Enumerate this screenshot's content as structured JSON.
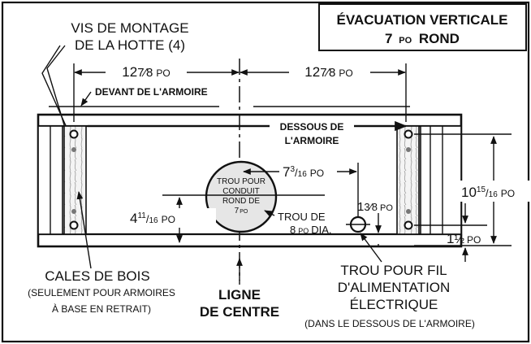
{
  "title": {
    "line1": "ÉVACUATION VERTICALE",
    "line2_num": "7",
    "line2_unit": "PO",
    "line2_rest": "ROND"
  },
  "labels": {
    "screws_l1": "VIS DE MONTAGE",
    "screws_l2": "DE LA HOTTE (4)",
    "dim_left_main": "12",
    "dim_left_frac": "7⁄8",
    "dim_left_unit": "PO",
    "dim_right_main": "12",
    "dim_right_frac": "7⁄8",
    "dim_right_unit": "PO",
    "front": "DEVANT DE L'ARMOIRE",
    "under_l1": "DESSOUS DE",
    "under_l2": "L'ARMOIRE",
    "dim_h_main": "7",
    "dim_h_sup": "3",
    "dim_h_sub": "16",
    "dim_h_unit": "PO",
    "hole_l1": "TROU POUR",
    "hole_l2": "CONDUIT",
    "hole_l3": "ROND DE",
    "hole_l4": "7",
    "hole_l4_unit": "PO",
    "hole8_l1": "TROU DE",
    "hole8_l2_num": "8",
    "hole8_l2_unit": "PO",
    "hole8_l2_rest": "DIA.",
    "dim_v_main": "4",
    "dim_v_sup": "11",
    "dim_v_sub": "16",
    "dim_v_unit": "PO",
    "dim_small_main": "1",
    "dim_small_frac": "3⁄8",
    "dim_small_unit": "PO",
    "dim_tall_main": "10",
    "dim_tall_sup": "15",
    "dim_tall_sub": "16",
    "dim_tall_unit": "PO",
    "dim_bottom_main": "1",
    "dim_bottom_frac": "½",
    "dim_bottom_unit": "PO",
    "shims": "CALES DE BOIS",
    "shims_note_l1": "(SEULEMENT POUR ARMOIRES",
    "shims_note_l2": "À BASE EN RETRAIT)",
    "center_l1": "LIGNE",
    "center_l2": "DE CENTRE",
    "wire_l1": "TROU POUR FIL",
    "wire_l2": "D'ALIMENTATION",
    "wire_l3": "ÉLECTRIQUE",
    "wire_note": "(DANS LE DESSOUS DE L'ARMOIRE)"
  }
}
